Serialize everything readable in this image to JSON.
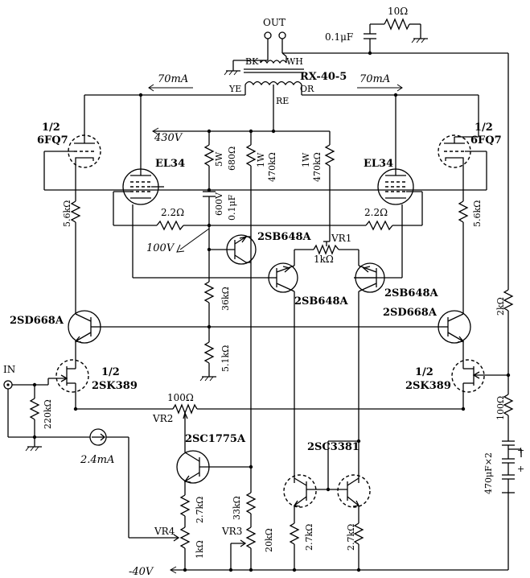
{
  "terminals": {
    "out": "OUT",
    "in": "IN"
  },
  "transformer": {
    "model": "RX-40-5",
    "bk": "BK",
    "wh": "WH",
    "ye": "YE",
    "or": "OR",
    "re": "RE"
  },
  "currents": {
    "left": "70mA",
    "right": "70mA",
    "source": "2.4mA"
  },
  "voltages": {
    "hv": "430V",
    "mid": "100V",
    "neg": "-40V"
  },
  "components": {
    "c_out": "0.1μF",
    "r_out": "10Ω",
    "tube_left_frac": "1/2",
    "tube_left": "6FQ7",
    "tube_right_frac": "1/2",
    "tube_right": "6FQ7",
    "el34_left": "EL34",
    "el34_right": "EL34",
    "r_5w_rating": "5W",
    "r_5w_value": "680Ω",
    "r_1w_a_rating": "1W",
    "r_1w_a_value": "470kΩ",
    "r_1w_b_rating": "1W",
    "r_1w_b_value": "470kΩ",
    "c_600v_rating": "600V",
    "c_600v_value": "0.1μF",
    "r_2_2_left": "2.2Ω",
    "r_2_2_right": "2.2Ω",
    "r_5_6k_left": "5.6kΩ",
    "r_5_6k_right": "5.6kΩ",
    "q_2sb648a_top": "2SB648A",
    "q_2sb648a_left": "2SB648A",
    "q_2sb648a_right": "2SB648A",
    "vr1_name": "VR1",
    "vr1_value": "1kΩ",
    "r_36k": "36kΩ",
    "r_5_1k": "5.1kΩ",
    "q_2sd668a_left": "2SD668A",
    "q_2sd668a_right": "2SD668A",
    "r_2k": "2kΩ",
    "jfet_left_frac": "1/2",
    "jfet_left": "2SK389",
    "jfet_right_frac": "1/2",
    "jfet_right": "2SK389",
    "r_220k": "220kΩ",
    "vr2_value": "100Ω",
    "vr2_name": "VR2",
    "r_100": "100Ω",
    "q_2sc1775a": "2SC1775A",
    "q_2sc3381": "2SC3381",
    "c_470": "470μF×2",
    "r_2_7k_a": "2.7kΩ",
    "r_33k": "33kΩ",
    "vr4_name": "VR4",
    "vr4_value": "1kΩ",
    "vr3_name": "VR3",
    "vr3_value": "20kΩ",
    "r_2_7k_b": "2.7kΩ",
    "r_2_7k_c": "2.7kΩ"
  }
}
